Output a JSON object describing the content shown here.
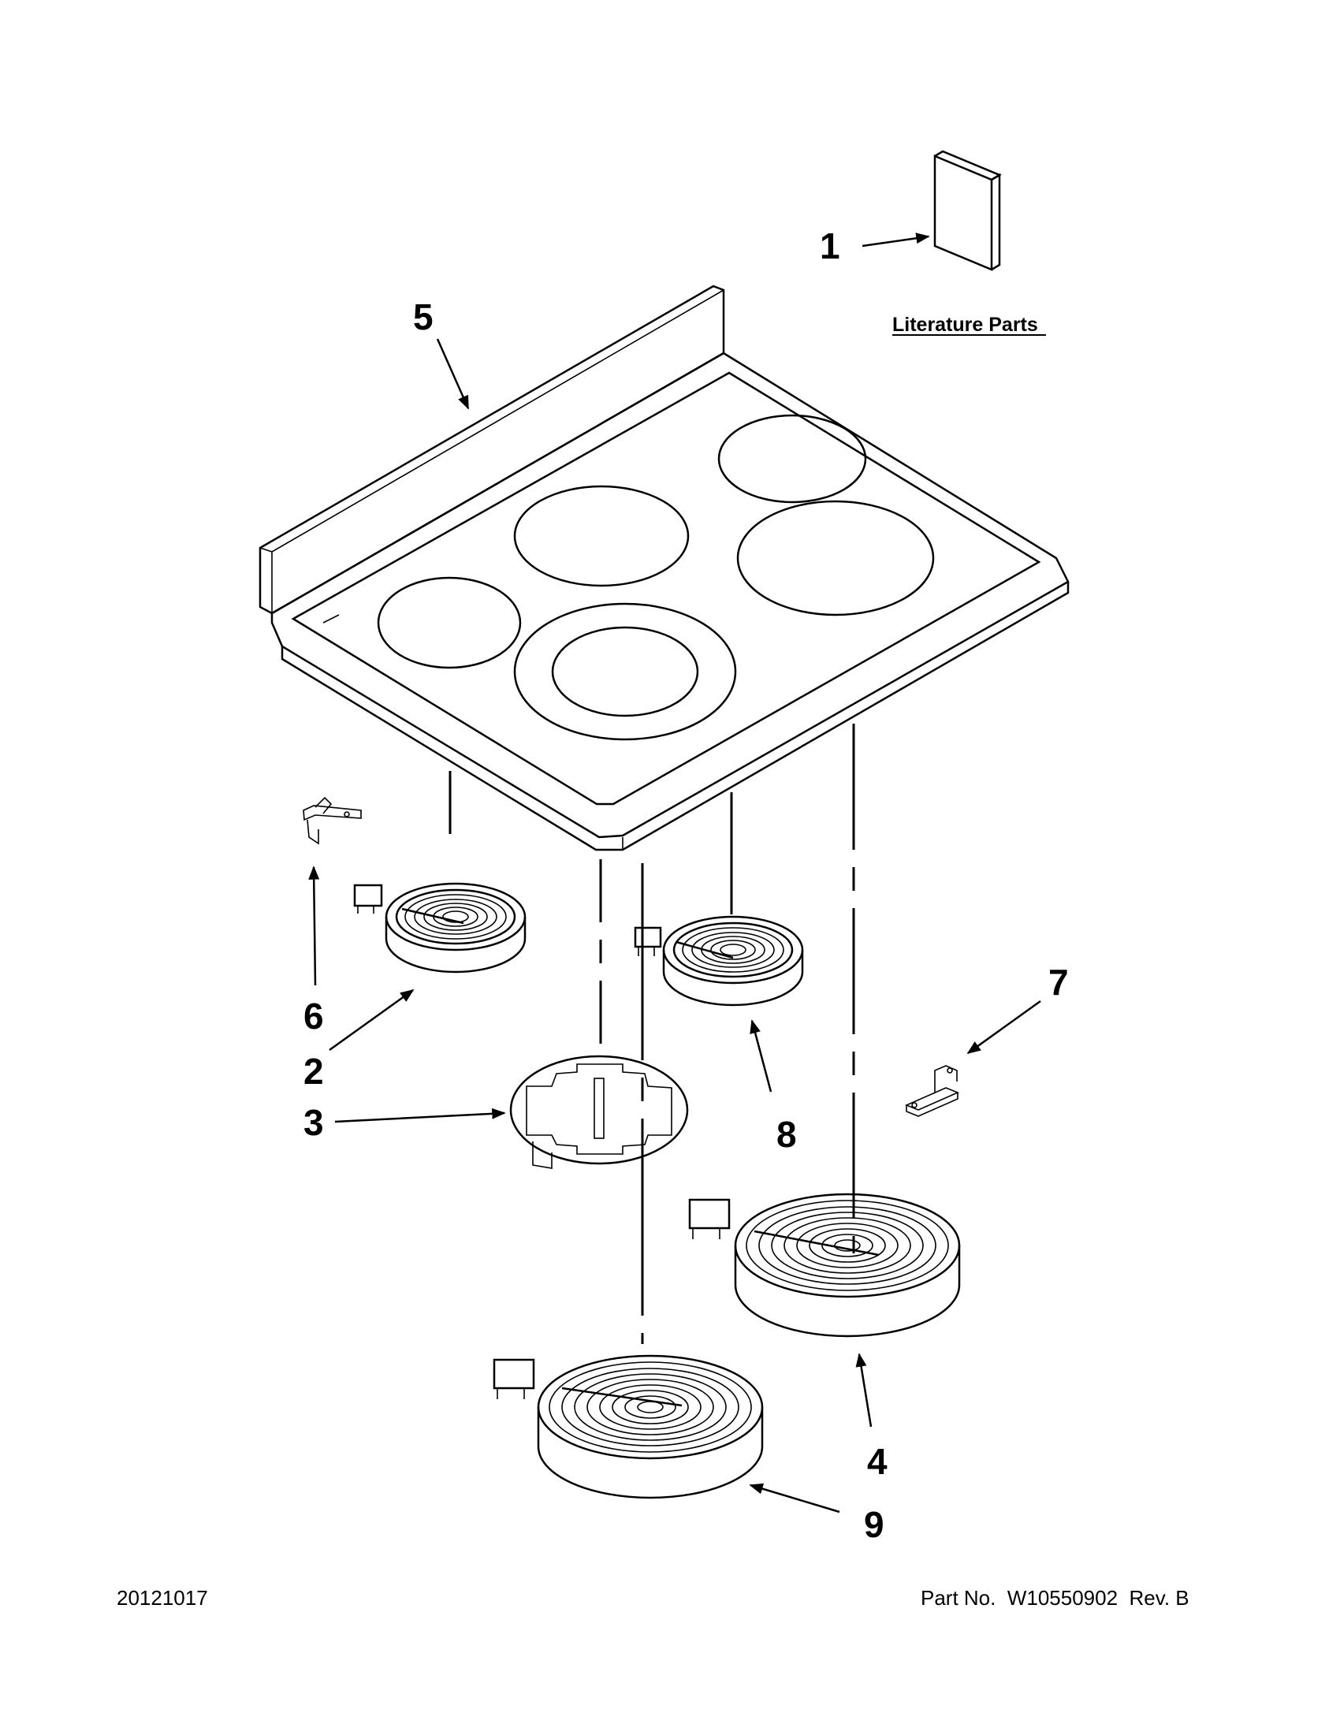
{
  "callouts": {
    "c1": "1",
    "c2": "2",
    "c3": "3",
    "c4": "4",
    "c5": "5",
    "c6": "6",
    "c7": "7",
    "c8": "8",
    "c9": "9"
  },
  "literature_label": "Literature Parts",
  "footer": {
    "date": "20121017",
    "part_prefix": "Part No.",
    "part_number": "W10550902",
    "revision": "Rev. B"
  }
}
